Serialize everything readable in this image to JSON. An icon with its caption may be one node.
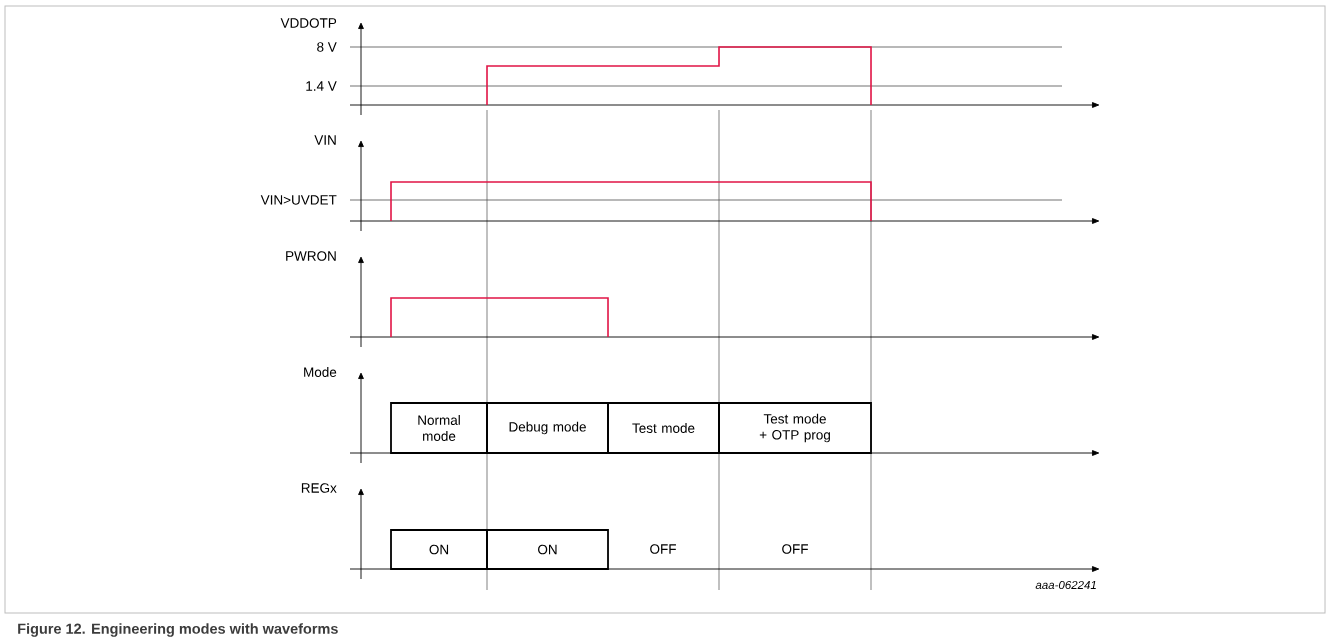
{
  "diagram": {
    "caption": "Figure 12.  Engineering modes with waveforms",
    "nodes": [
      {
        "text": [
          "Normal mode"
        ]
      },
      {
        "text": [
          "Debug mode"
        ]
      },
      {
        "text": [
          "Test mode"
        ]
      },
      {
        "text": [
          "Test mode + OTP prog"
        ]
      },
      {
        "text": [
          "ON"
        ]
      },
      {
        "text": [
          "ON"
        ]
      }
    ],
    "labels": [
      "VDDOTP",
      "8 V",
      "1.4 V",
      "VIN",
      "VIN>UVDET",
      "PWRON",
      "Mode",
      "REGx",
      "OFF",
      "OFF",
      "aaa-062241"
    ]
  }
}
